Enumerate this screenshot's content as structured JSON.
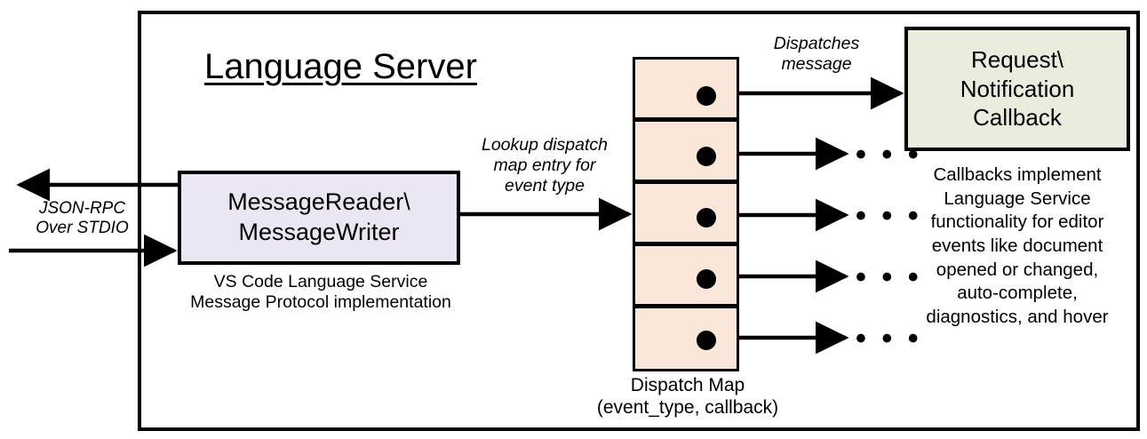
{
  "diagram": {
    "title": "Language Server",
    "frame_color": "#000000",
    "background": "#ffffff"
  },
  "message_io": {
    "box_label": "MessageReader\\\nMessageWriter",
    "box_fill": "#eae7f2",
    "caption": "VS Code Language Service\nMessage Protocol implementation",
    "transport_label": "JSON-RPC\nOver STDIO"
  },
  "edges": {
    "lookup_label": "Lookup dispatch\nmap entry for\nevent type",
    "dispatch_label": "Dispatches\nmessage",
    "ellipsis": "• • •"
  },
  "dispatch_map": {
    "caption": "Dispatch Map\n(event_type, callback)",
    "cell_fill": "#fbe7da",
    "cell_count": 5,
    "cells": [
      {
        "index": 1,
        "name": "dispatch-map-cell-1"
      },
      {
        "index": 2,
        "name": "dispatch-map-cell-2"
      },
      {
        "index": 3,
        "name": "dispatch-map-cell-3"
      },
      {
        "index": 4,
        "name": "dispatch-map-cell-4"
      },
      {
        "index": 5,
        "name": "dispatch-map-cell-5"
      }
    ]
  },
  "callback": {
    "box_label": "Request\\\nNotification\nCallback",
    "box_fill": "#e8eede",
    "caption": "Callbacks implement\nLanguage Service\nfunctionality for editor\nevents like document\nopened or changed,\nauto-complete,\ndiagnostics, and hover"
  }
}
